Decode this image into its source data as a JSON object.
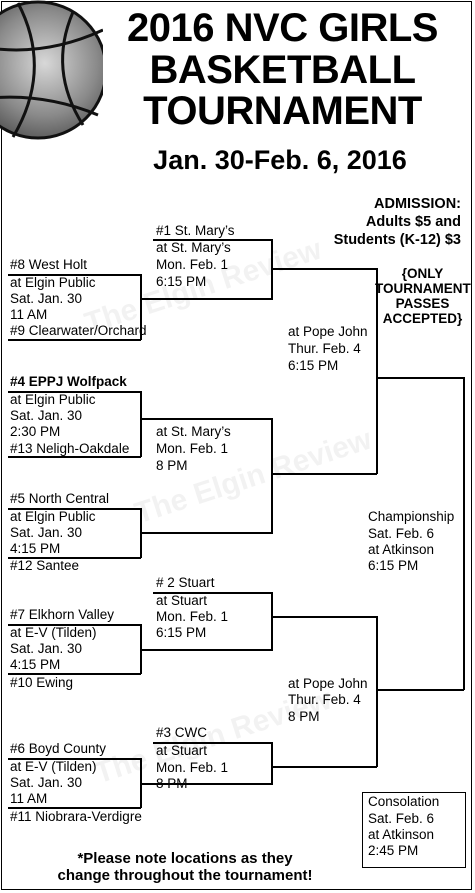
{
  "header": {
    "line1": "2016 NVC GIRLS",
    "line2": "BASKETBALL",
    "line3": "TOURNAMENT",
    "dates": "Jan. 30-Feb. 6, 2016"
  },
  "admission": {
    "line1": "ADMISSION:",
    "line2": "Adults $5 and",
    "line3": "Students (K-12) $3"
  },
  "passes": {
    "line1": "{ONLY",
    "line2": "TOURNAMENT",
    "line3": "PASSES",
    "line4": "ACCEPTED}"
  },
  "round1": [
    {
      "top": "#8 West Holt",
      "site": "at Elgin Public",
      "date": "Sat. Jan. 30",
      "time": "11 AM",
      "bottom": "#9 Clearwater/Orchard"
    },
    {
      "top": "#4 EPPJ Wolfpack",
      "site": "at Elgin Public",
      "date": "Sat. Jan. 30",
      "time": "2:30 PM",
      "bottom": "#13 Neligh-Oakdale"
    },
    {
      "top": "#5 North Central",
      "site": "at Elgin Public",
      "date": "Sat. Jan. 30",
      "time": "4:15 PM",
      "bottom": "#12 Santee"
    },
    {
      "top": "#7 Elkhorn Valley",
      "site": "at E-V (Tilden)",
      "date": "Sat. Jan. 30",
      "time": "4:15 PM",
      "bottom": "#10 Ewing"
    },
    {
      "top": "#6 Boyd County",
      "site": "at E-V (Tilden)",
      "date": "Sat. Jan. 30",
      "time": "11 AM",
      "bottom": "#11 Niobrara-Verdigre"
    }
  ],
  "round2": [
    {
      "seed": "#1 St. Mary’s",
      "site": "at St. Mary’s",
      "date": "Mon. Feb. 1",
      "time": "6:15 PM"
    },
    {
      "site": "at St. Mary’s",
      "date": "Mon. Feb. 1",
      "time": "8 PM"
    },
    {
      "seed": "# 2 Stuart",
      "site": "at Stuart",
      "date": "Mon. Feb. 1",
      "time": "6:15 PM"
    },
    {
      "seed": "#3 CWC",
      "site": "at Stuart",
      "date": "Mon. Feb. 1",
      "time": "8 PM"
    }
  ],
  "semis": [
    {
      "site": "at Pope John",
      "date": "Thur. Feb. 4",
      "time": "6:15 PM"
    },
    {
      "site": "at Pope John",
      "date": "Thur. Feb. 4",
      "time": "8 PM"
    }
  ],
  "championship": {
    "label": "Championship",
    "date": "Sat. Feb. 6",
    "site": "at Atkinson",
    "time": "6:15 PM"
  },
  "consolation": {
    "label": "Consolation",
    "date": "Sat. Feb. 6",
    "site": "at Atkinson",
    "time": "2:45 PM"
  },
  "footer": {
    "line1": "*Please note locations as they",
    "line2": "change throughout the tournament!"
  },
  "watermark": "The Elgin Review"
}
